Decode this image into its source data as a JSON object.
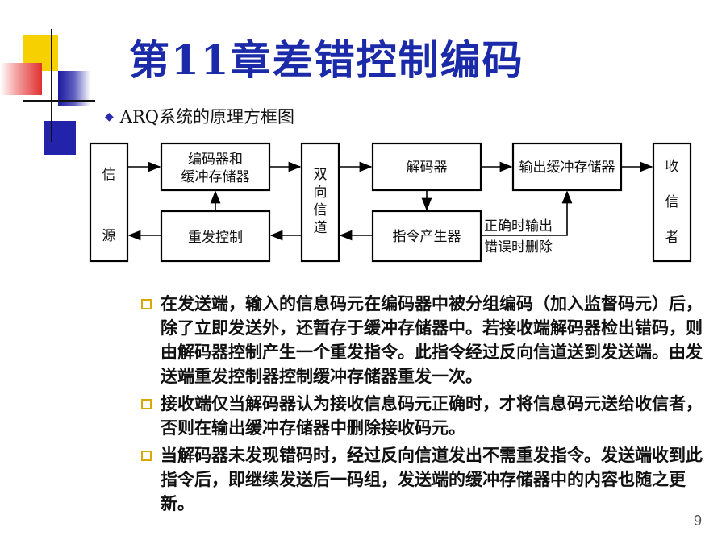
{
  "title": "第11章差错控制编码",
  "subtitle": "ARQ系统的原理方框图",
  "diagram": {
    "source": [
      "信",
      "源"
    ],
    "encoder": [
      "编码器和",
      "缓冲存储器"
    ],
    "retransmit": "重发控制",
    "channel": [
      "双",
      "向",
      "信",
      "道"
    ],
    "decoder": "解码器",
    "command": "指令产生器",
    "output_buffer": "输出缓冲存储器",
    "receiver": [
      "收",
      "信",
      "者"
    ],
    "note_correct": "正确时输出",
    "note_error": "错误时删除"
  },
  "bullets": [
    "在发送端，输入的信息码元在编码器中被分组编码（加入监督码元）后，除了立即发送外，还暂存于缓冲存储器中。若接收端解码器检出错码，则由解码器控制产生一个重发指令。此指令经过反向信道送到发送端。由发送端重发控制器控制缓冲存储器重发一次。",
    "接收端仅当解码器认为接收信息码元正确时，才将信息码元送给收信者，否则在输出缓冲存储器中删除接收码元。",
    "当解码器未发现错码时，经过反向信道发出不需重发指令。发送端收到此指令后，即继续发送后一码组，发送端的缓冲存储器中的内容也随之更新。"
  ],
  "page_number": "9",
  "colors": {
    "title": "#1a2aa8",
    "bullet_marker": "#d8a800"
  }
}
